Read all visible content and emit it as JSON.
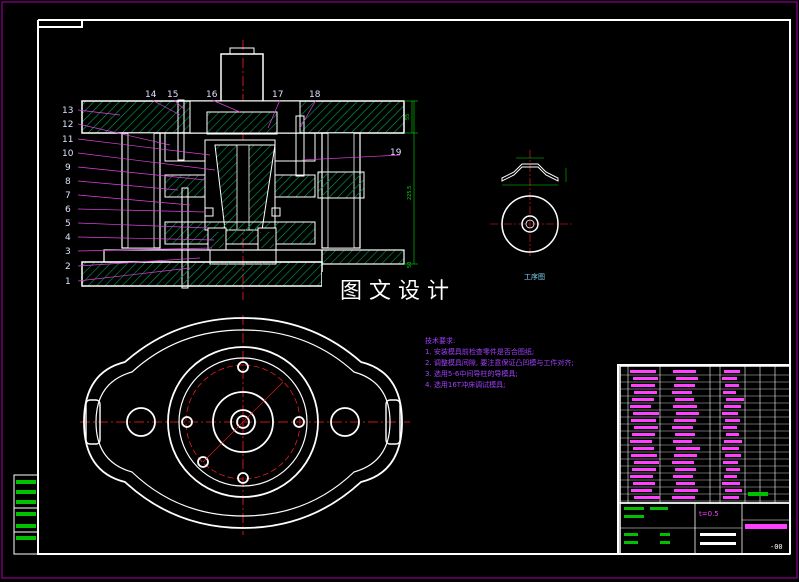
{
  "watermark": "图文设计",
  "callouts": [
    "1",
    "2",
    "3",
    "4",
    "5",
    "6",
    "7",
    "8",
    "9",
    "10",
    "11",
    "12",
    "13",
    "14",
    "15",
    "16",
    "17",
    "18",
    "19"
  ],
  "dimension_values": [
    "55",
    "225.5",
    "50"
  ],
  "workpiece_label": "工序图",
  "tech_requirements": {
    "title": "技术要求:",
    "items": [
      "1.  安装模具前检查零件是否合图纸;",
      "2.  调整模具间隙, 要注意保证凸凹模与工件对齐;",
      "3.  选用5-6中间导柱的导模具;",
      "4.  选用16T冲床调试模具;"
    ]
  },
  "title_block": {
    "material_thickness": "t=0.5",
    "drawing_no": "-00"
  },
  "colors": {
    "border": "#ffffff",
    "frame": "#b000b0",
    "hatch": "#00b050",
    "centerline": "#ff2020",
    "leader": "#e040e0",
    "dimension": "#00e000",
    "outline": "#ffffff",
    "bom_text": "#ff40ff"
  }
}
